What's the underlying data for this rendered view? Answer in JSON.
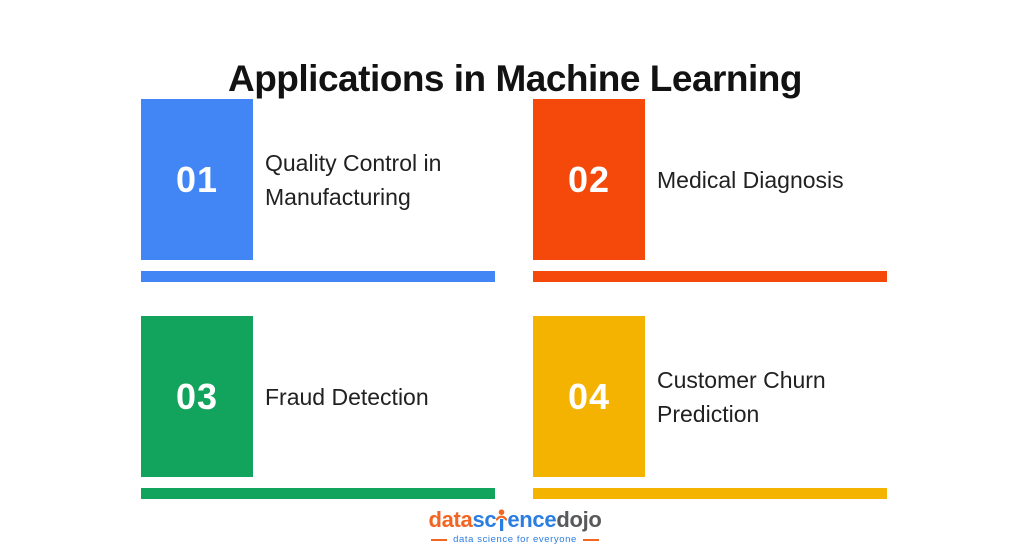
{
  "title": "Applications in Machine Learning",
  "cards": [
    {
      "number": "01",
      "label": "Quality Control in Manufacturing",
      "color": "#4285f4"
    },
    {
      "number": "02",
      "label": "Medical Diagnosis",
      "color": "#f4490a"
    },
    {
      "number": "03",
      "label": "Fraud Detection",
      "color": "#12a35d"
    },
    {
      "number": "04",
      "label": "Customer Churn Prediction",
      "color": "#f5b301"
    }
  ],
  "logo": {
    "part_data": "data",
    "part_sc": "sc",
    "part_ence": "ence",
    "part_dojo": "dojo",
    "tagline": "data science for everyone",
    "orange": "#f26522",
    "blue": "#2a7de1",
    "gray": "#58595b"
  }
}
